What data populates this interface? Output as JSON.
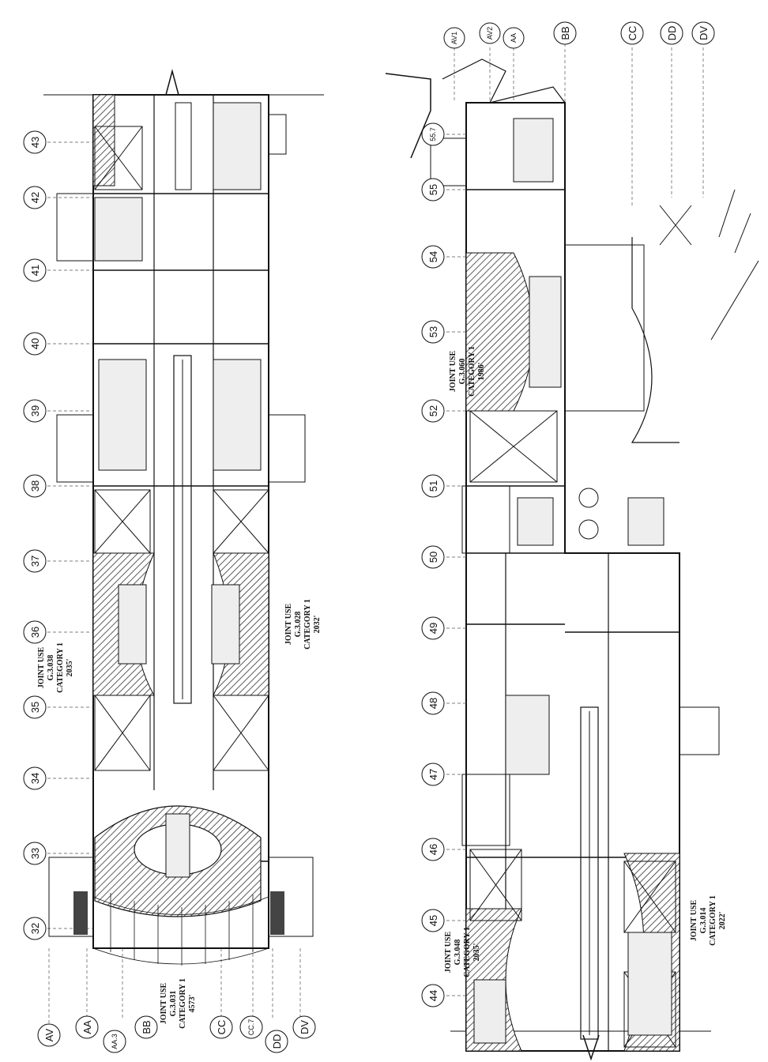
{
  "left_plan": {
    "column_bubbles": [
      "32",
      "33",
      "34",
      "35",
      "36",
      "37",
      "38",
      "39",
      "40",
      "41",
      "42",
      "43"
    ],
    "row_bubbles": [
      "AV",
      "AA",
      "AA.3",
      "BB",
      "CC",
      "CC.7",
      "DD",
      "DV"
    ],
    "labels": [
      {
        "lines": [
          "JOINT USE",
          "G.3.038",
          "CATEGORY 1",
          "2035'"
        ]
      },
      {
        "lines": [
          "JOINT USE",
          "G.3.028",
          "CATEGORY 1",
          "2032'"
        ]
      },
      {
        "lines": [
          "JOINT USE",
          "G.3.031",
          "CATEGORY 1",
          "4573'"
        ]
      }
    ]
  },
  "right_plan": {
    "column_bubbles": [
      "44",
      "45",
      "46",
      "47",
      "48",
      "49",
      "50",
      "51",
      "52",
      "53",
      "54",
      "55",
      "55.7"
    ],
    "row_bubbles": [
      "AV1",
      "AV2",
      "AA",
      "BB",
      "CC",
      "DD",
      "DV"
    ],
    "labels": [
      {
        "lines": [
          "JOINT USE",
          "G.3.060",
          "CATEGORY 1",
          "1986'"
        ]
      },
      {
        "lines": [
          "JOINT USE",
          "G.3.048",
          "CATEGORY 1",
          "2035'"
        ]
      },
      {
        "lines": [
          "JOINT USE",
          "G.3.014",
          "CATEGORY 1",
          "2022'"
        ]
      }
    ]
  }
}
